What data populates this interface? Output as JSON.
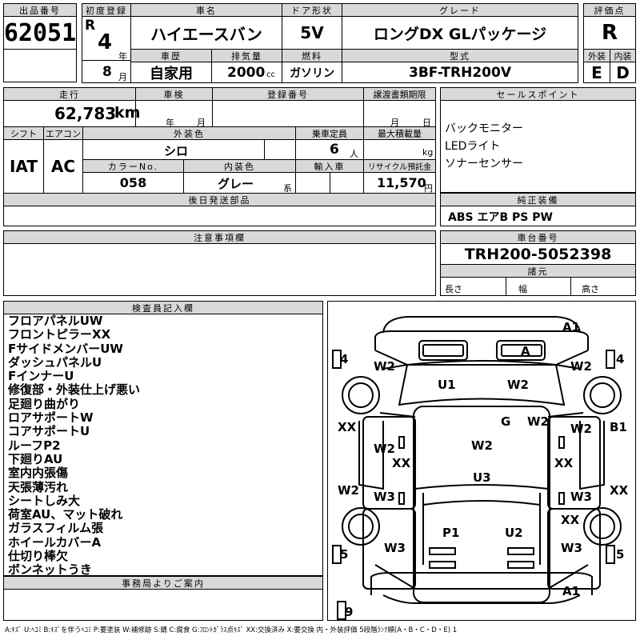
{
  "headers": {
    "lot": "出品番号",
    "first_reg": "初度登録",
    "car_name": "車名",
    "door": "ドア形状",
    "grade": "グレード",
    "score": "評価点",
    "history": "車歴",
    "displacement": "排気量",
    "fuel": "燃料",
    "model": "型式",
    "exterior": "外装",
    "interior": "内装",
    "mileage": "走行",
    "inspection": "車検",
    "reg_no": "登録番号",
    "transfer_deadline": "譲渡書類期限",
    "sales_point": "セールスポイント",
    "shift": "シフト",
    "aircon": "エアコン",
    "ext_color": "外装色",
    "capacity": "乗車定員",
    "max_load": "最大積載量",
    "color_no": "カラーNo.",
    "int_color": "内装色",
    "import": "輸入車",
    "recycle": "リサイクル預託金",
    "later_parts": "後日発送部品",
    "genuine": "純正装備",
    "notes": "注意事項欄",
    "chassis": "車台番号",
    "specs": "諸元",
    "inspector": "検査員記入欄",
    "office": "事務局よりご案内"
  },
  "vehicle": {
    "lot_no": "62051",
    "era": "R",
    "year": "4",
    "year_unit": "年",
    "month": "8",
    "month_unit": "月",
    "name": "ハイエースバン",
    "door": "5V",
    "grade": "ロングDX GLパッケージ",
    "score": "R",
    "history": "自家用",
    "displacement": "2000",
    "displacement_unit": "cc",
    "fuel": "ガソリン",
    "model": "3BF-TRH200V",
    "exterior": "E",
    "interior": "D",
    "mileage": "62,783",
    "mileage_unit": "km",
    "insp_year_unit": "年",
    "insp_month_unit": "月",
    "deadline_month": "月",
    "deadline_day": "日",
    "shift": "IAT",
    "aircon": "AC",
    "color": "シロ",
    "capacity": "6",
    "capacity_unit": "人",
    "load_unit": "kg",
    "color_no": "058",
    "interior_color": "グレー",
    "interior_color_unit": "系",
    "recycle": "11,570",
    "recycle_unit": "円",
    "chassis_no": "TRH200-5052398",
    "length_label": "長さ",
    "width_label": "幅",
    "height_label": "高さ"
  },
  "sales_points": [
    "バックモニター",
    "LEDライト",
    "ソナーセンサー"
  ],
  "genuine_equipment": "ABS エアB PS PW",
  "inspector_notes": [
    "フロアパネルUW",
    "フロントピラーXX",
    "FサイドメンバーUW",
    "ダッシュパネルU",
    "FインナーU",
    "修復部・外装仕上げ悪い",
    "足廻り曲がり",
    "ロアサポートW",
    "コアサポートU",
    "ルーフP2",
    "下廻りAU",
    "室内内張傷",
    "天張薄汚れ",
    "シートしみ大",
    "荷室AU、マット破れ",
    "ガラスフィルム張",
    "ホイールカバーA",
    "仕切り棒欠",
    "ボンネットうき"
  ],
  "diagram": {
    "tire_fl": "4",
    "tire_fr": "4",
    "tire_rl": "5",
    "tire_rr": "5",
    "spare": "9",
    "marks": [
      "A1",
      "A",
      "W2",
      "W2",
      "U1",
      "W2",
      "G",
      "W2",
      "XX",
      "B1",
      "W2",
      "XX",
      "W2",
      "XX",
      "XX",
      "U3",
      "W2",
      "W3",
      "W2",
      "W3",
      "XX",
      "P1",
      "U2",
      "W3",
      "W3",
      "A1"
    ]
  },
  "legend": "A:ｷｽﾞ U:ﾍｺﾐ B:ｷｽﾞを伴うﾍｺﾐ P:要塗装 W:補修跡 S:錆 C:腐食 G:ﾌﾛﾝﾄｶﾞﾗｽ点ｷｽﾞ XX:交換済み X:要交換  内・外装評価  5段階ﾗﾝｸ順(A・B・C・D・E) 1"
}
